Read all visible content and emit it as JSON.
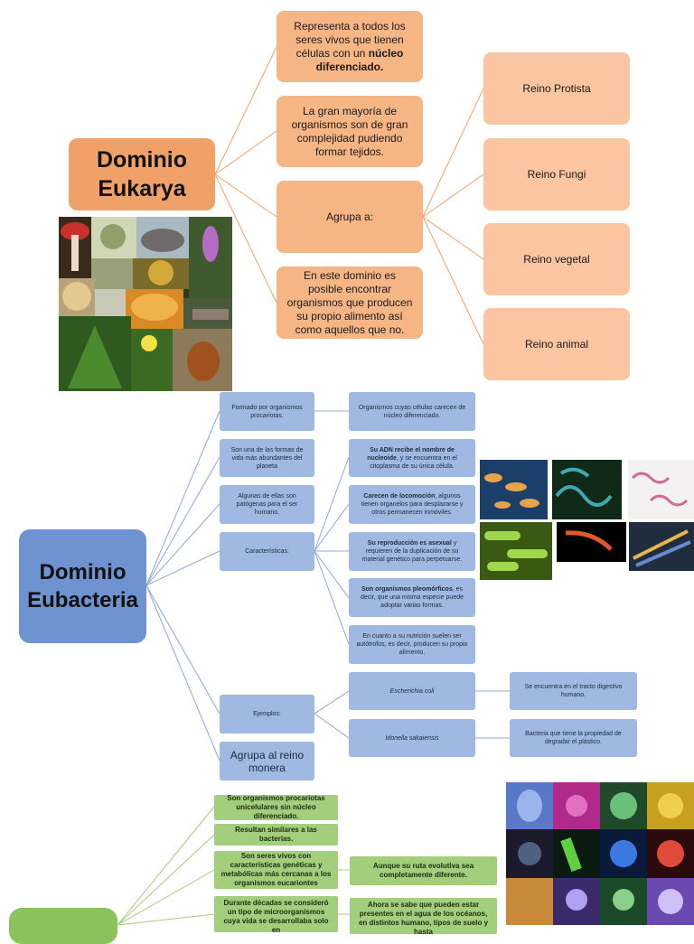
{
  "eukarya": {
    "title": "Dominio Eukarya",
    "desc": [
      "Representa a todos los seres vivos que tienen células con un ",
      "núcleo diferenciado."
    ],
    "complex": "La gran mayoría de organismos son de gran complejidad pudiendo formar tejidos.",
    "agrupa": "Agrupa a:",
    "food": "En este dominio es posible encontrar organismos que producen su propio alimento así como aquellos que no.",
    "kingdoms": [
      "Reino Protista",
      "Reino Fungi",
      "Reino vegetal",
      "Reino animal"
    ]
  },
  "eubacteria": {
    "title": "Dominio Eubacteria",
    "left": [
      "Formado por organismos procariotas.",
      "Son una de las formas de vida más abundantes del planeta",
      "Algunas de ellas son patógenas para el ser humano.",
      "Características:",
      "Ejemplos:"
    ],
    "agrupa": "Agrupa al reino monera",
    "top_right": "Organismos cuyas células carecen de núcleo diferenciado.",
    "features": [
      {
        "bold": "Su ADN recibe el nombre de nucleoide",
        "rest": ", y se encuentra en el citoplasma de su única célula."
      },
      {
        "bold": "Carecen de locomoción",
        "rest": ", algunos tienen organelos para desplazarse y otros permanecen inmóviles."
      },
      {
        "bold": "Su reproducción es asexual",
        "rest": " y requieren de la duplicación de su material genético para perpetuarse."
      },
      {
        "bold": "Son organismos pleomórficos",
        "rest": ", es decir, que una misma especie puede adoptar varias formas."
      },
      {
        "bold": "",
        "rest": "En cuanto a su nutrición suelen ser autótrofos, es decir, producen su propio alimento."
      }
    ],
    "examples": [
      {
        "name": "Escherichia coli",
        "info": "Se encuentra en el tracto digestivo humano."
      },
      {
        "name": "Idonella sakaiensis",
        "info": "Bacteria que tiene la propiedad de degradar el plástico."
      }
    ]
  },
  "archaea": {
    "items": [
      "Son organismos procariotas unicelulares sin núcleo diferenciado.",
      "Resultan similares a las bacterias.",
      "Son seres vivos con características genéticas y metabólicas más cercanas a los organismos eucariontes",
      "Durante décadas se consideró un tipo de microorganismos cuya vida se desarrollaba solo en"
    ],
    "right": [
      "Aunque su ruta evolutiva sea completamente diferente.",
      "Ahora se sabe que pueden estar presentes en el agua de los océanos, en distintos humano, tipos de suelo y hasta"
    ]
  },
  "colors": {
    "orange_main": "#f0a167",
    "orange": "#f6b585",
    "peach": "#fac5a0",
    "blue_main": "#6f93d0",
    "blue": "#9fb9e2",
    "green": "#a3cf7c"
  }
}
